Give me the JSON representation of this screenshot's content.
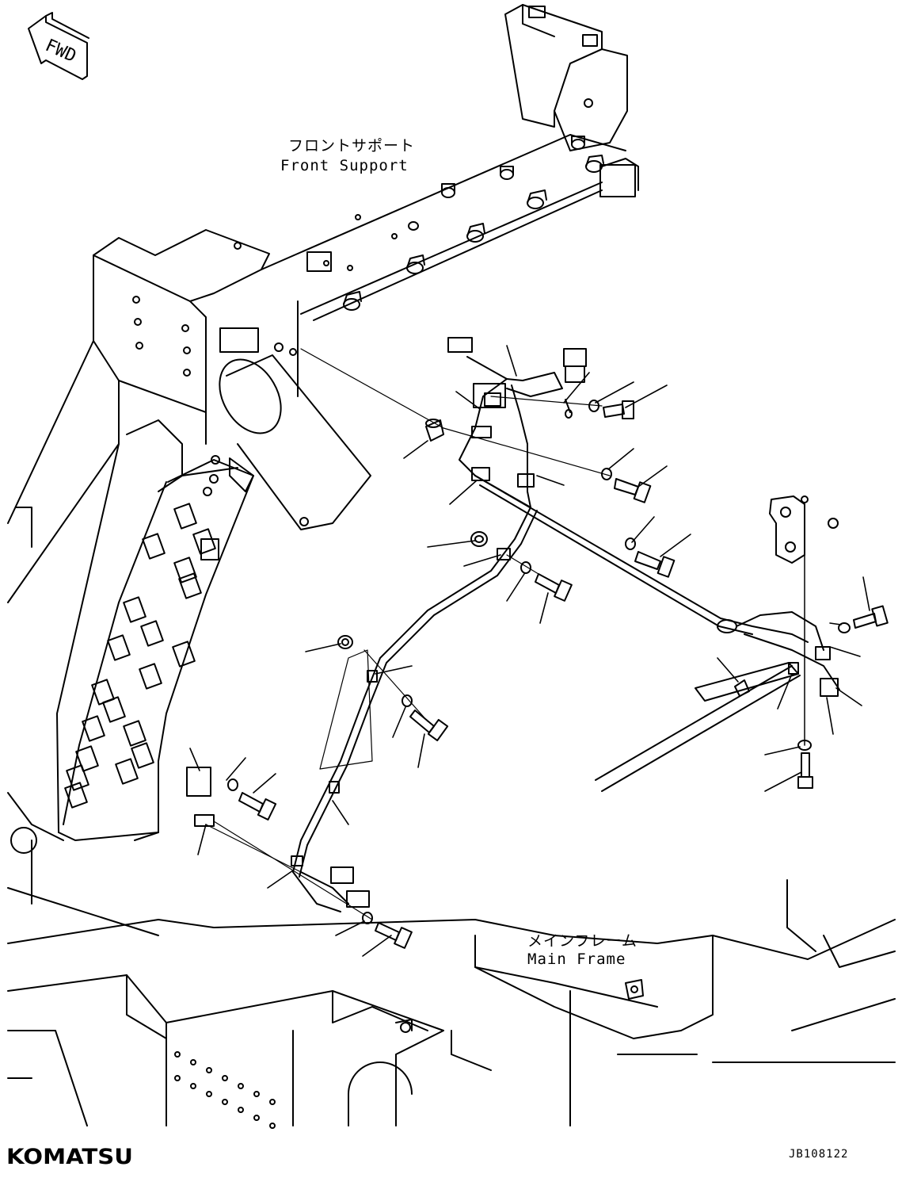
{
  "fwd_arrow": {
    "text": "FWD"
  },
  "labels": {
    "front_support_jp": "フロントサポート",
    "front_support_en": "Front Support",
    "main_frame_jp": "メインフレーム",
    "main_frame_en": "Main Frame"
  },
  "footer": {
    "logo": "KOMATSU",
    "drawing_code": "JB108122"
  },
  "icons": [
    "fwd-arrow-icon"
  ],
  "colors": {
    "line": "#000000",
    "background": "#ffffff"
  }
}
